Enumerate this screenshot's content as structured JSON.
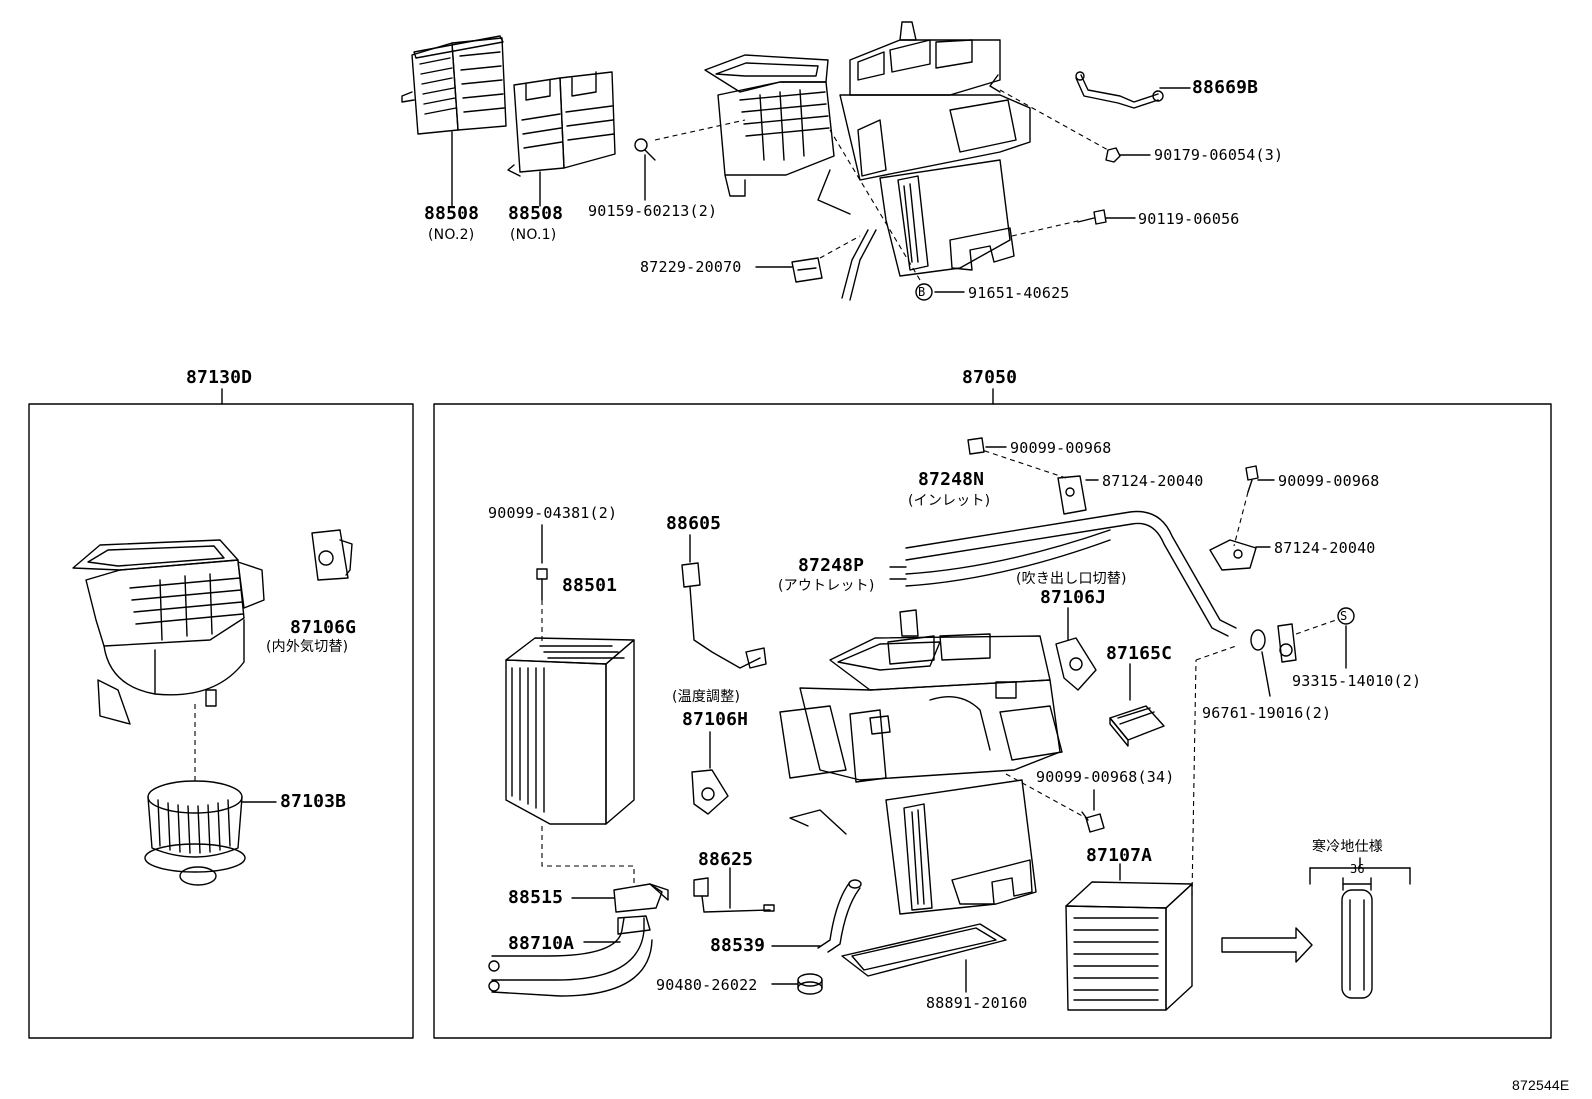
{
  "figure_id": "872544E",
  "groups": {
    "left_assembly": "87130D",
    "right_assembly": "87050",
    "cold_spec_title": "寒冷地仕様",
    "cold_spec_dim": "36"
  },
  "callouts": {
    "p88508_no2": "88508",
    "p88508_no2_note": "(NO.2)",
    "p88508_no1": "88508",
    "p88508_no1_note": "(NO.1)",
    "p90159": "90159-60213(2)",
    "p87229": "87229-20070",
    "p88669b": "88669B",
    "p90179": "90179-06054(3)",
    "p90119": "90119-06056",
    "p91651": "91651-40625",
    "p91651_mark": "B",
    "p87106g": "87106G",
    "p87106g_note": "(内外気切替)",
    "p87103b": "87103B",
    "p90099_04381": "90099-04381(2)",
    "p88501": "88501",
    "p88605": "88605",
    "p88605_note": "(温度調整)",
    "p87106h": "87106H",
    "p88515": "88515",
    "p88710a": "88710A",
    "p88625": "88625",
    "p88539": "88539",
    "p90480": "90480-26022",
    "p88891": "88891-20160",
    "p90099_00968_a": "90099-00968",
    "p87124_a": "87124-20040",
    "p87248n": "87248N",
    "p87248n_note": "(インレット)",
    "p87248p": "87248P",
    "p87248p_note": "(アウトレット)",
    "p90099_00968_b": "90099-00968",
    "p87124_b": "87124-20040",
    "p87106j_note": "(吹き出し口切替)",
    "p87106j": "87106J",
    "p87165c": "87165C",
    "p93315": "93315-14010(2)",
    "p93315_mark": "S",
    "p96761": "96761-19016(2)",
    "p90099_00968_34": "90099-00968(34)",
    "p87107a": "87107A"
  }
}
